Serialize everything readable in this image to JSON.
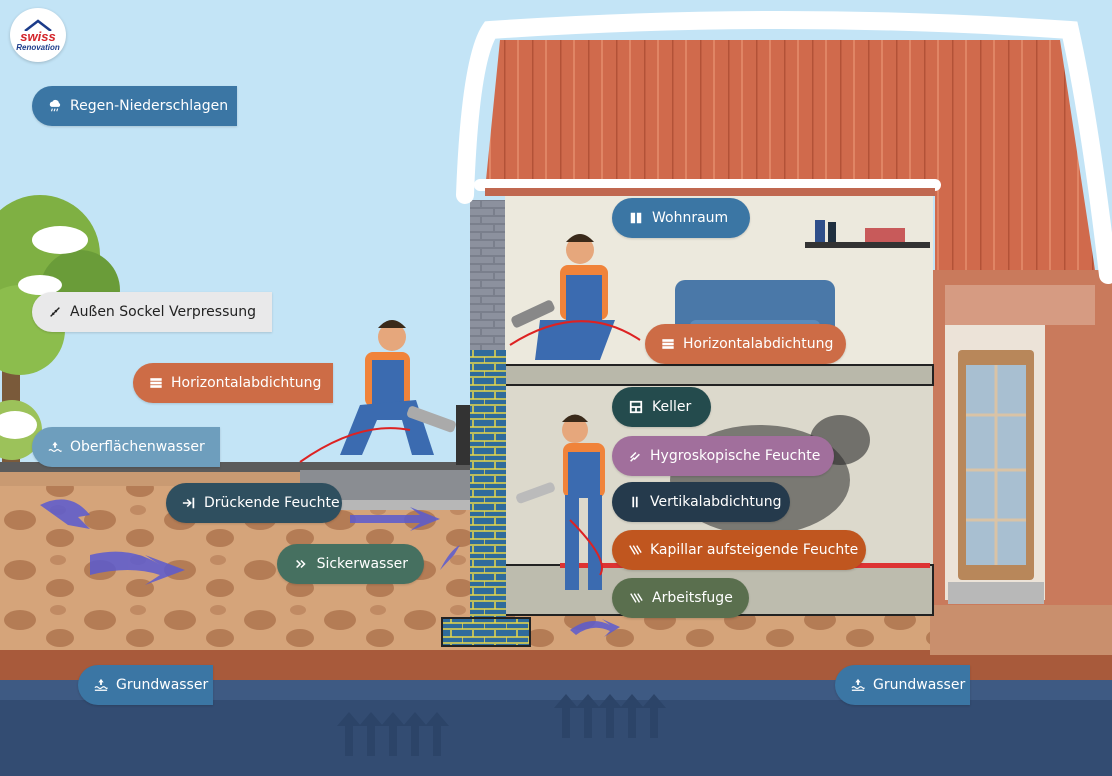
{
  "logo": {
    "line1": "swiss",
    "line2": "Renovation"
  },
  "labels": {
    "regen": {
      "text": "Regen-Niederschlagen",
      "icon": "cloud-rain-icon",
      "color": "#3b76a4"
    },
    "sockel": {
      "text": "Außen Sockel Verpressung",
      "icon": "syringe-icon",
      "color": "#e9e9ea"
    },
    "horizontal_left": {
      "text": "Horizontalabdichtung",
      "icon": "bars-icon",
      "color": "#cd6c46"
    },
    "oberflaeche": {
      "text": "Oberflächenwasser",
      "icon": "water-surface-icon",
      "color": "#6e9ebd"
    },
    "drueckende": {
      "text": "Drückende Feuchte",
      "icon": "arrow-in-icon",
      "color": "#2f4f5f"
    },
    "sicker": {
      "text": "Sickerwasser",
      "icon": "double-chevron-icon",
      "color": "#467060"
    },
    "grund_left": {
      "text": "Grundwasser",
      "icon": "water-up-icon",
      "color": "#3b76a4"
    },
    "grund_right": {
      "text": "Grundwasser",
      "icon": "water-up-icon",
      "color": "#3b76a4"
    },
    "wohnraum": {
      "text": "Wohnraum",
      "icon": "book-icon",
      "color": "#3b76a4"
    },
    "horizontal_right": {
      "text": "Horizontalabdichtung",
      "icon": "bars-icon",
      "color": "#cd6c46"
    },
    "keller": {
      "text": "Keller",
      "icon": "window-icon",
      "color": "#244b4d"
    },
    "hygro": {
      "text": "Hygroskopische Feuchte",
      "icon": "hash-icon",
      "color": "#a16f9c"
    },
    "vertikal": {
      "text": "Vertikalabdichtung",
      "icon": "vertical-bar-icon",
      "color": "#253a4c"
    },
    "kapillar": {
      "text": "Kapillar aufsteigende Feuchte",
      "icon": "slashes-icon",
      "color": "#c0561f"
    },
    "arbeitsfuge": {
      "text": "Arbeitsfuge",
      "icon": "slashes-icon",
      "color": "#5a6f4e"
    }
  }
}
